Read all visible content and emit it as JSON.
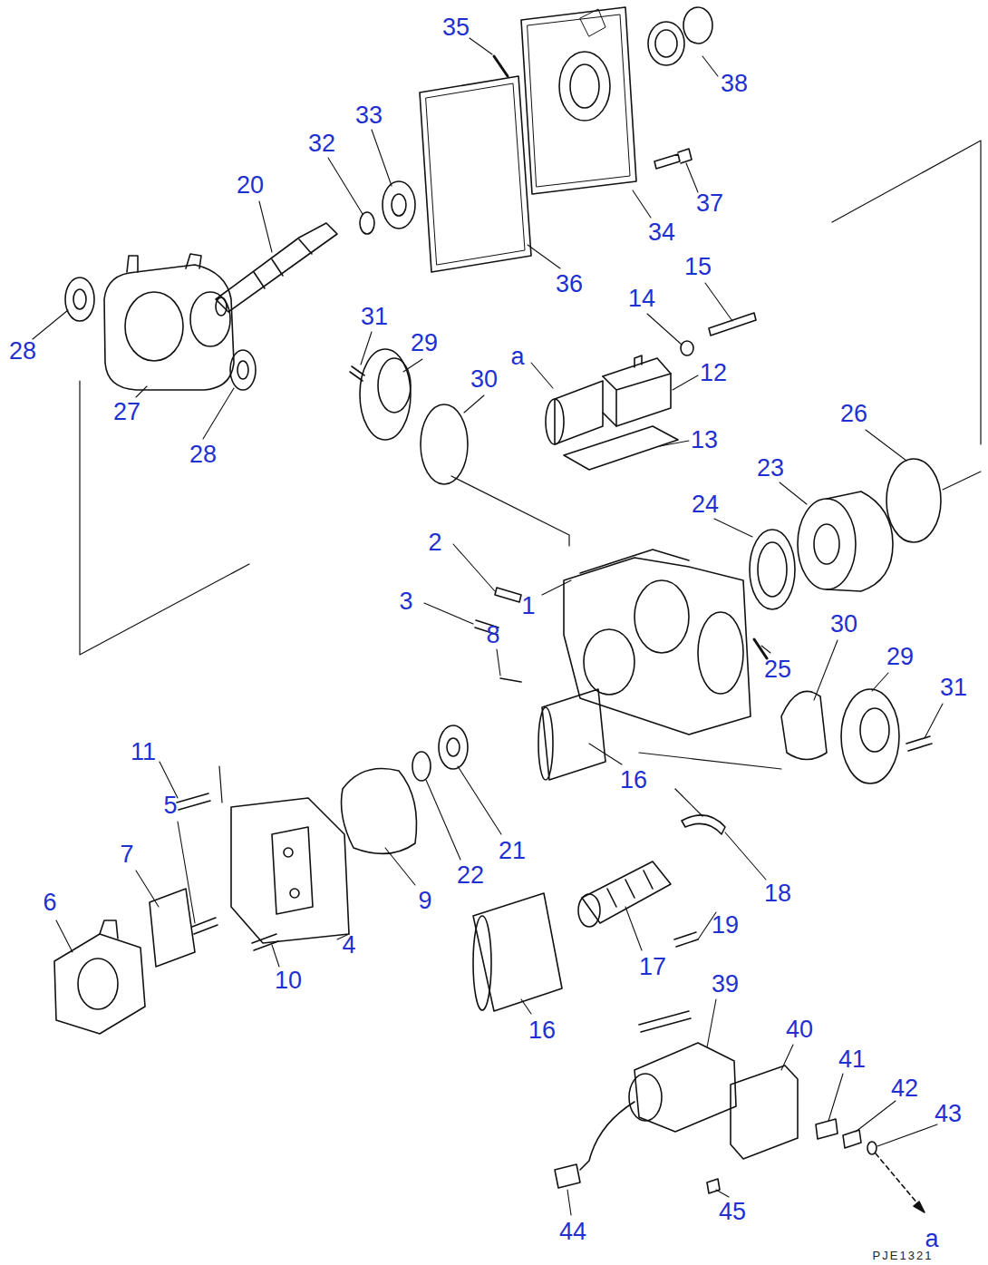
{
  "diagram": {
    "labels": [
      "35",
      "38",
      "33",
      "32",
      "20",
      "37",
      "34",
      "36",
      "15",
      "14",
      "28",
      "31",
      "29",
      "a",
      "30",
      "12",
      "27",
      "28",
      "26",
      "13",
      "23",
      "24",
      "2",
      "3",
      "1",
      "8",
      "25",
      "30",
      "29",
      "31",
      "11",
      "16",
      "5",
      "7",
      "21",
      "22",
      "9",
      "18",
      "6",
      "19",
      "4",
      "10",
      "17",
      "39",
      "16",
      "40",
      "41",
      "42",
      "43",
      "45",
      "44",
      "a",
      "PJE1321"
    ]
  }
}
